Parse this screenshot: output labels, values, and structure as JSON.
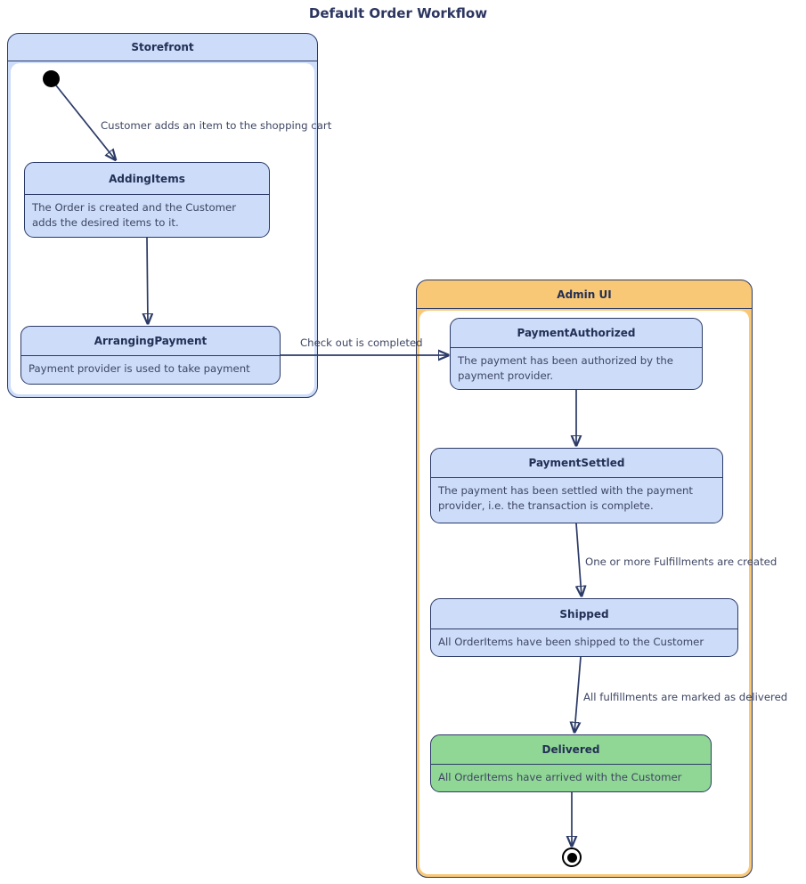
{
  "title": "Default Order Workflow",
  "diagram_type": "uml-state-diagram",
  "colors": {
    "stroke_navy": "#2b3a67",
    "state_fill_blue": "#ccdcf9",
    "storefront_header_fill": "#ccdcf9",
    "admin_header_fill": "#f8c877",
    "delivered_fill": "#90d795",
    "header_text": "#232f55",
    "body_text": "#3e4663"
  },
  "containers": {
    "storefront": {
      "label": "Storefront"
    },
    "admin": {
      "label": "Admin UI"
    }
  },
  "states": {
    "adding_items": {
      "name": "AddingItems",
      "description": "The Order is created and the Customer adds the desired items to it.",
      "container": "Storefront"
    },
    "arranging_payment": {
      "name": "ArrangingPayment",
      "description": "Payment provider is used to take payment",
      "container": "Storefront"
    },
    "payment_authorized": {
      "name": "PaymentAuthorized",
      "description": "The payment has been authorized by the payment provider.",
      "container": "Admin UI"
    },
    "payment_settled": {
      "name": "PaymentSettled",
      "description": "The payment has been settled with the payment provider, i.e. the transaction is complete.",
      "container": "Admin UI"
    },
    "shipped": {
      "name": "Shipped",
      "description": "All OrderItems have been shipped to the Customer",
      "container": "Admin UI"
    },
    "delivered": {
      "name": "Delivered",
      "description": "All OrderItems have arrived with the Customer",
      "container": "Admin UI"
    }
  },
  "transitions": {
    "initial_to_adding": {
      "from": "initial",
      "to": "AddingItems",
      "label": "Customer adds an item to the shopping cart"
    },
    "adding_to_arranging": {
      "from": "AddingItems",
      "to": "ArrangingPayment",
      "label": ""
    },
    "arranging_to_authorized": {
      "from": "ArrangingPayment",
      "to": "PaymentAuthorized",
      "label": "Check out is completed"
    },
    "authorized_to_settled": {
      "from": "PaymentAuthorized",
      "to": "PaymentSettled",
      "label": ""
    },
    "settled_to_shipped": {
      "from": "PaymentSettled",
      "to": "Shipped",
      "label": "One or more Fulfillments are created"
    },
    "shipped_to_delivered": {
      "from": "Shipped",
      "to": "Delivered",
      "label": "All fulfillments are marked as delivered"
    },
    "delivered_to_final": {
      "from": "Delivered",
      "to": "final",
      "label": ""
    }
  }
}
